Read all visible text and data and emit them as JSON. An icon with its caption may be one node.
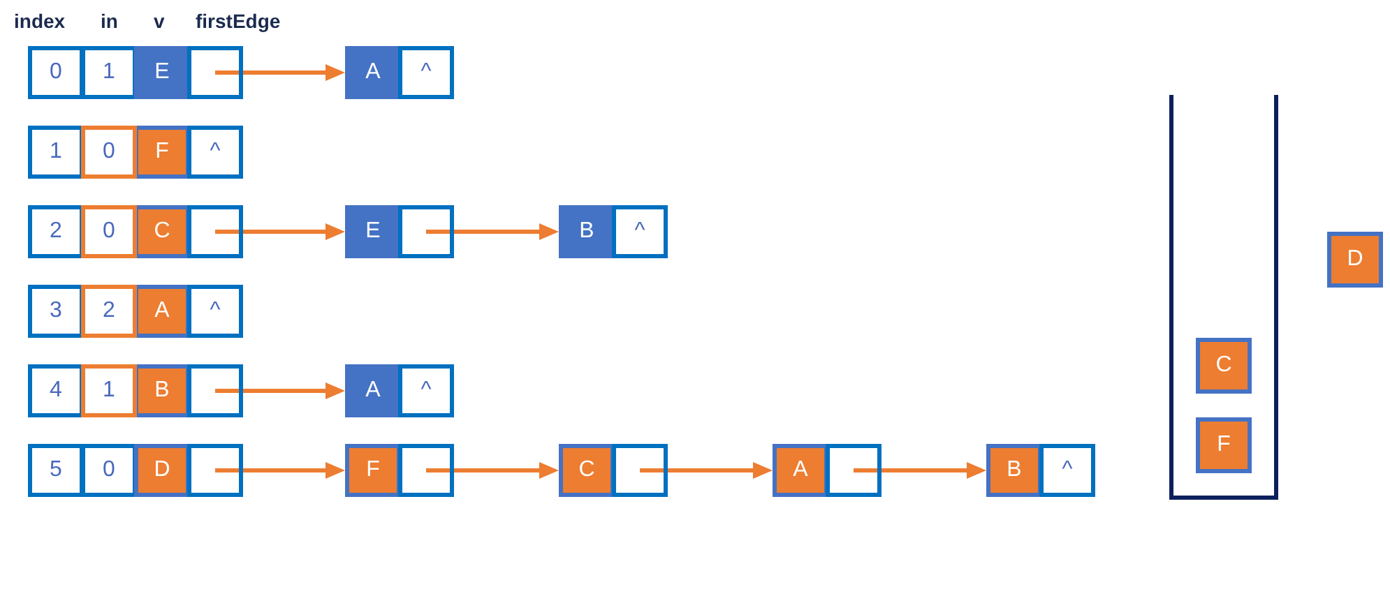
{
  "diagram": {
    "nodes": [
      {
        "text": [
          "0"
        ]
      },
      {
        "text": [
          "1"
        ]
      },
      {
        "text": [
          "E"
        ]
      },
      {
        "text": [],
        "shape": "box"
      },
      {
        "text": [
          "A"
        ]
      },
      {
        "text": [
          "^"
        ]
      },
      {
        "text": [
          "1"
        ]
      },
      {
        "text": [
          "0"
        ]
      },
      {
        "text": [
          "F"
        ]
      },
      {
        "text": [
          "^"
        ]
      },
      {
        "text": [
          "2"
        ]
      },
      {
        "text": [
          "0"
        ]
      },
      {
        "text": [
          "C"
        ]
      },
      {
        "text": [],
        "shape": "box"
      },
      {
        "text": [
          "E"
        ]
      },
      {
        "text": [],
        "shape": "box"
      },
      {
        "text": [
          "B"
        ]
      },
      {
        "text": [
          "^"
        ]
      },
      {
        "text": [
          "3"
        ]
      },
      {
        "text": [
          "2"
        ]
      },
      {
        "text": [
          "A"
        ]
      },
      {
        "text": [
          "^"
        ]
      },
      {
        "text": [
          "4"
        ]
      },
      {
        "text": [
          "1"
        ]
      },
      {
        "text": [
          "B"
        ]
      },
      {
        "text": [],
        "shape": "box"
      },
      {
        "text": [
          "A"
        ]
      },
      {
        "text": [
          "^"
        ]
      },
      {
        "text": [
          "5"
        ]
      },
      {
        "text": [
          "0"
        ]
      },
      {
        "text": [
          "D"
        ]
      },
      {
        "text": [],
        "shape": "box"
      },
      {
        "text": [
          "F"
        ]
      },
      {
        "text": [],
        "shape": "box"
      },
      {
        "text": [
          "C"
        ]
      },
      {
        "text": [],
        "shape": "box"
      },
      {
        "text": [
          "A"
        ]
      },
      {
        "text": [],
        "shape": "box"
      },
      {
        "text": [
          "B"
        ]
      },
      {
        "text": [
          "^"
        ]
      },
      {
        "text": [],
        "shape": "container"
      },
      {
        "text": [
          "C"
        ],
        "in": 40
      },
      {
        "text": [
          "F"
        ],
        "in": 40
      },
      {
        "text": [
          "D"
        ]
      }
    ],
    "edges": [
      {
        "from": 3,
        "to": 4,
        "arrow": "to"
      },
      {
        "from": 13,
        "to": 14,
        "arrow": "to"
      },
      {
        "from": 15,
        "to": 16,
        "arrow": "to"
      },
      {
        "from": 25,
        "to": 26,
        "arrow": "to"
      },
      {
        "from": 31,
        "to": 32,
        "arrow": "to"
      },
      {
        "from": 33,
        "to": 34,
        "arrow": "to"
      },
      {
        "from": 35,
        "to": 36,
        "arrow": "to"
      },
      {
        "from": 37,
        "to": 38,
        "arrow": "to"
      }
    ],
    "labels": [
      "index",
      "in",
      "v",
      "firstEdge"
    ]
  }
}
